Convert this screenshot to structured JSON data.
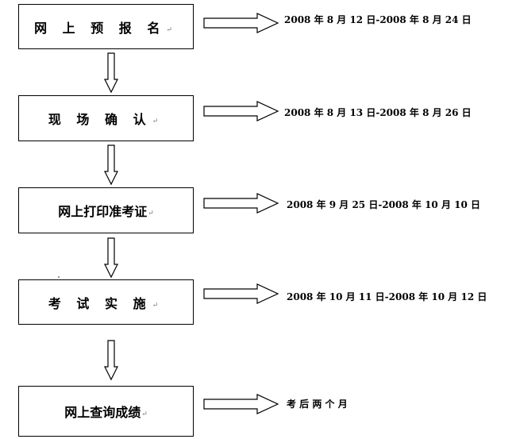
{
  "steps": [
    {
      "label": "网 上 预 报 名",
      "date": "2008 年 8 月 12 日-2008 年 8 月 24 日"
    },
    {
      "label": "现 场 确 认",
      "date": "2008 年 8 月 13 日-2008 年 8 月 26 日"
    },
    {
      "label": "网上打印准考证",
      "date": "2008 年 9 月 25 日-2008 年 10 月 10 日"
    },
    {
      "label": "考 试 实 施",
      "date": "2008 年 10 月 11 日-2008 年 10 月 12 日"
    },
    {
      "label": "网上查询成绩",
      "date": "考 后 两 个 月"
    }
  ],
  "paragraph_mark": "↵"
}
